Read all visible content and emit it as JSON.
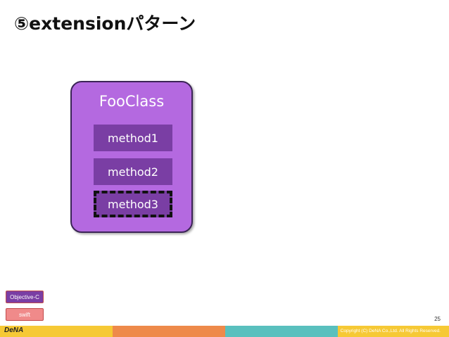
{
  "slide": {
    "title": "⑤extensionパターン",
    "page_number": "25"
  },
  "diagram": {
    "class_name": "FooClass",
    "methods": [
      {
        "label": "method1",
        "style": "solid"
      },
      {
        "label": "method2",
        "style": "solid"
      },
      {
        "label": "method3",
        "style": "dashed"
      }
    ]
  },
  "legend": {
    "objc_label": "Objective-C",
    "swift_label": "swift"
  },
  "footer": {
    "logo_text": "DeNA",
    "copyright": "Copyright (C) DeNA Co.,Ltd. All Rights Reserved."
  },
  "colors": {
    "class_fill": "#b469e0",
    "method_fill": "#7a3ea4",
    "swift_tag": "#f08a8a",
    "footer_yellow": "#f6c935",
    "footer_orange": "#ee8a4a",
    "footer_teal": "#59c0be"
  }
}
